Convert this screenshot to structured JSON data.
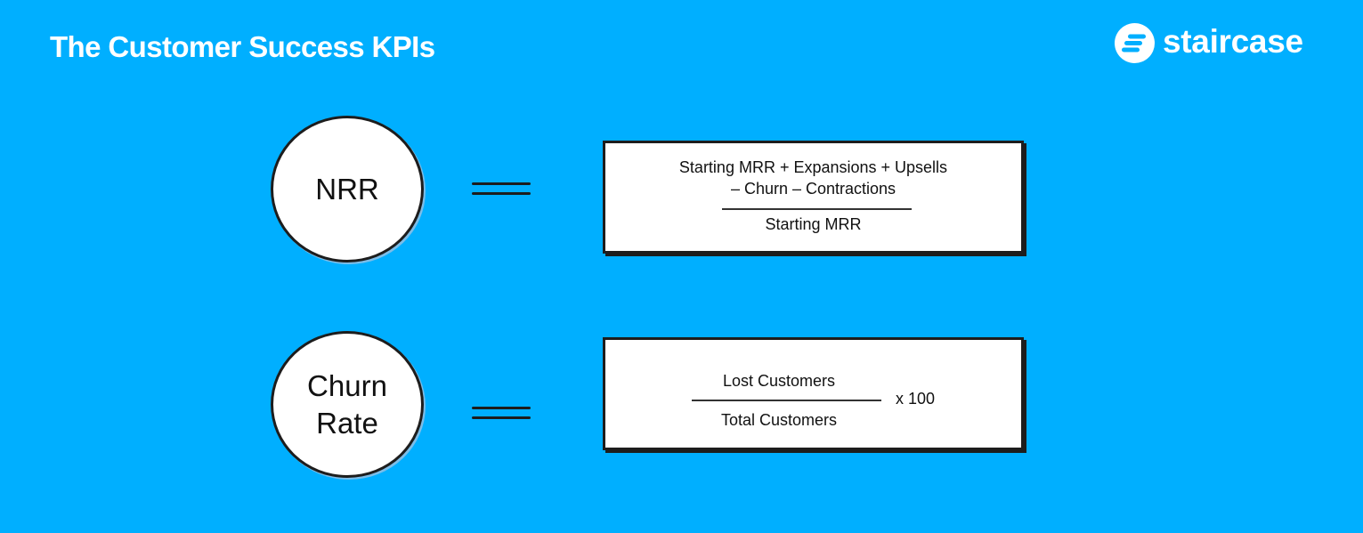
{
  "title": "The Customer Success KPIs",
  "logo": {
    "text": "staircase",
    "icon": "staircase-logo-icon"
  },
  "colors": {
    "background": "#00afff",
    "text_light": "#ffffff",
    "outline": "#1d1d1d"
  },
  "kpis": [
    {
      "name": "NRR",
      "equals": "=",
      "formula": {
        "numerator_line1": "Starting MRR + Expansions + Upsells",
        "numerator_line2": "– Churn – Contractions",
        "denominator": "Starting MRR"
      }
    },
    {
      "name_line1": "Churn",
      "name_line2": "Rate",
      "equals": "=",
      "formula": {
        "numerator": "Lost Customers",
        "denominator": "Total Customers",
        "multiplier": "x 100"
      }
    }
  ]
}
